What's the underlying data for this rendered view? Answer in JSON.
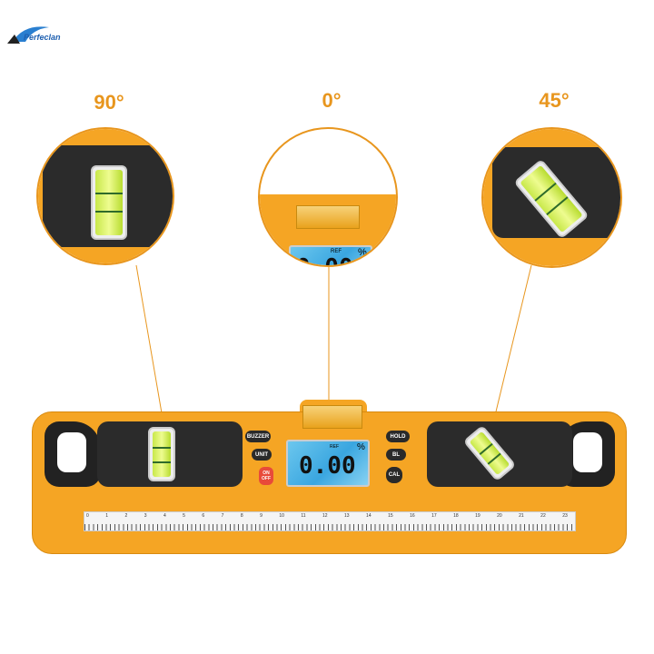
{
  "brand": {
    "logo_text": "Perfeclan"
  },
  "angles": [
    {
      "label": "90°"
    },
    {
      "label": "0°"
    },
    {
      "label": "45°"
    }
  ],
  "device": {
    "buttons": {
      "buzzer": "BUZZER",
      "unit": "UNIT",
      "onoff": "ON OFF",
      "hold": "HOLD",
      "bl": "BL",
      "cal": "CAL"
    },
    "lcd": {
      "value": "0.00",
      "ref": "REF",
      "unit": "%"
    },
    "ruler_ticks": [
      "0",
      "1",
      "2",
      "3",
      "4",
      "5",
      "6",
      "7",
      "8",
      "9",
      "10",
      "11",
      "12",
      "13",
      "14",
      "15",
      "16",
      "17",
      "18",
      "19",
      "20",
      "21",
      "22",
      "23"
    ]
  },
  "colors": {
    "body": "#f5a524",
    "accent": "#e8961e",
    "lcd": "#3aa6e0",
    "onoff": "#e84a3a"
  }
}
